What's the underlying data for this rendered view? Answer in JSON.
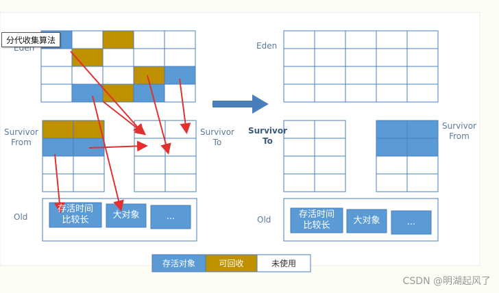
{
  "tooltip": "分代收集算法",
  "labels": {
    "eden_left": "Eden",
    "eden_right": "Eden",
    "survivor_from_left": "Survivor\nFrom",
    "survivor_to_left": "Survivor\nTo",
    "survivor_to_right": "Survivor\nTo",
    "survivor_from_right": "Survivor\nFrom",
    "old_left": "Old",
    "old_right": "Old"
  },
  "old_boxes": {
    "long_lived": "存活时间\n比较长",
    "large_object": "大对象",
    "ellipsis": "..."
  },
  "legend": {
    "alive": "存活对象",
    "collectable": "可回收",
    "unused": "未使用"
  },
  "watermark": "CSDN @明湖起风了",
  "colors": {
    "alive": "#5b9bd5",
    "collectable": "#bf9000",
    "unused": "#ffffff",
    "grid_line": "#4a7ebb",
    "arrow": "#e03030",
    "big_arrow": "#4a7ebb"
  },
  "grids": {
    "eden_left": [
      "AUCUU",
      "UCUUU",
      "UUUCA",
      "UACAU"
    ],
    "survivor_from_left": [
      "CC",
      "AA",
      "UU",
      "UU"
    ],
    "survivor_to_left": [
      "UU",
      "UU",
      "UU",
      "UU"
    ],
    "eden_right": [
      "UUUUU",
      "UUUUU",
      "UUUUU",
      "UUUUU"
    ],
    "survivor_to_right": [
      "UU",
      "UU",
      "UU",
      "UU"
    ],
    "survivor_from_right": [
      "AA",
      "AA",
      "UU",
      "UU"
    ]
  }
}
